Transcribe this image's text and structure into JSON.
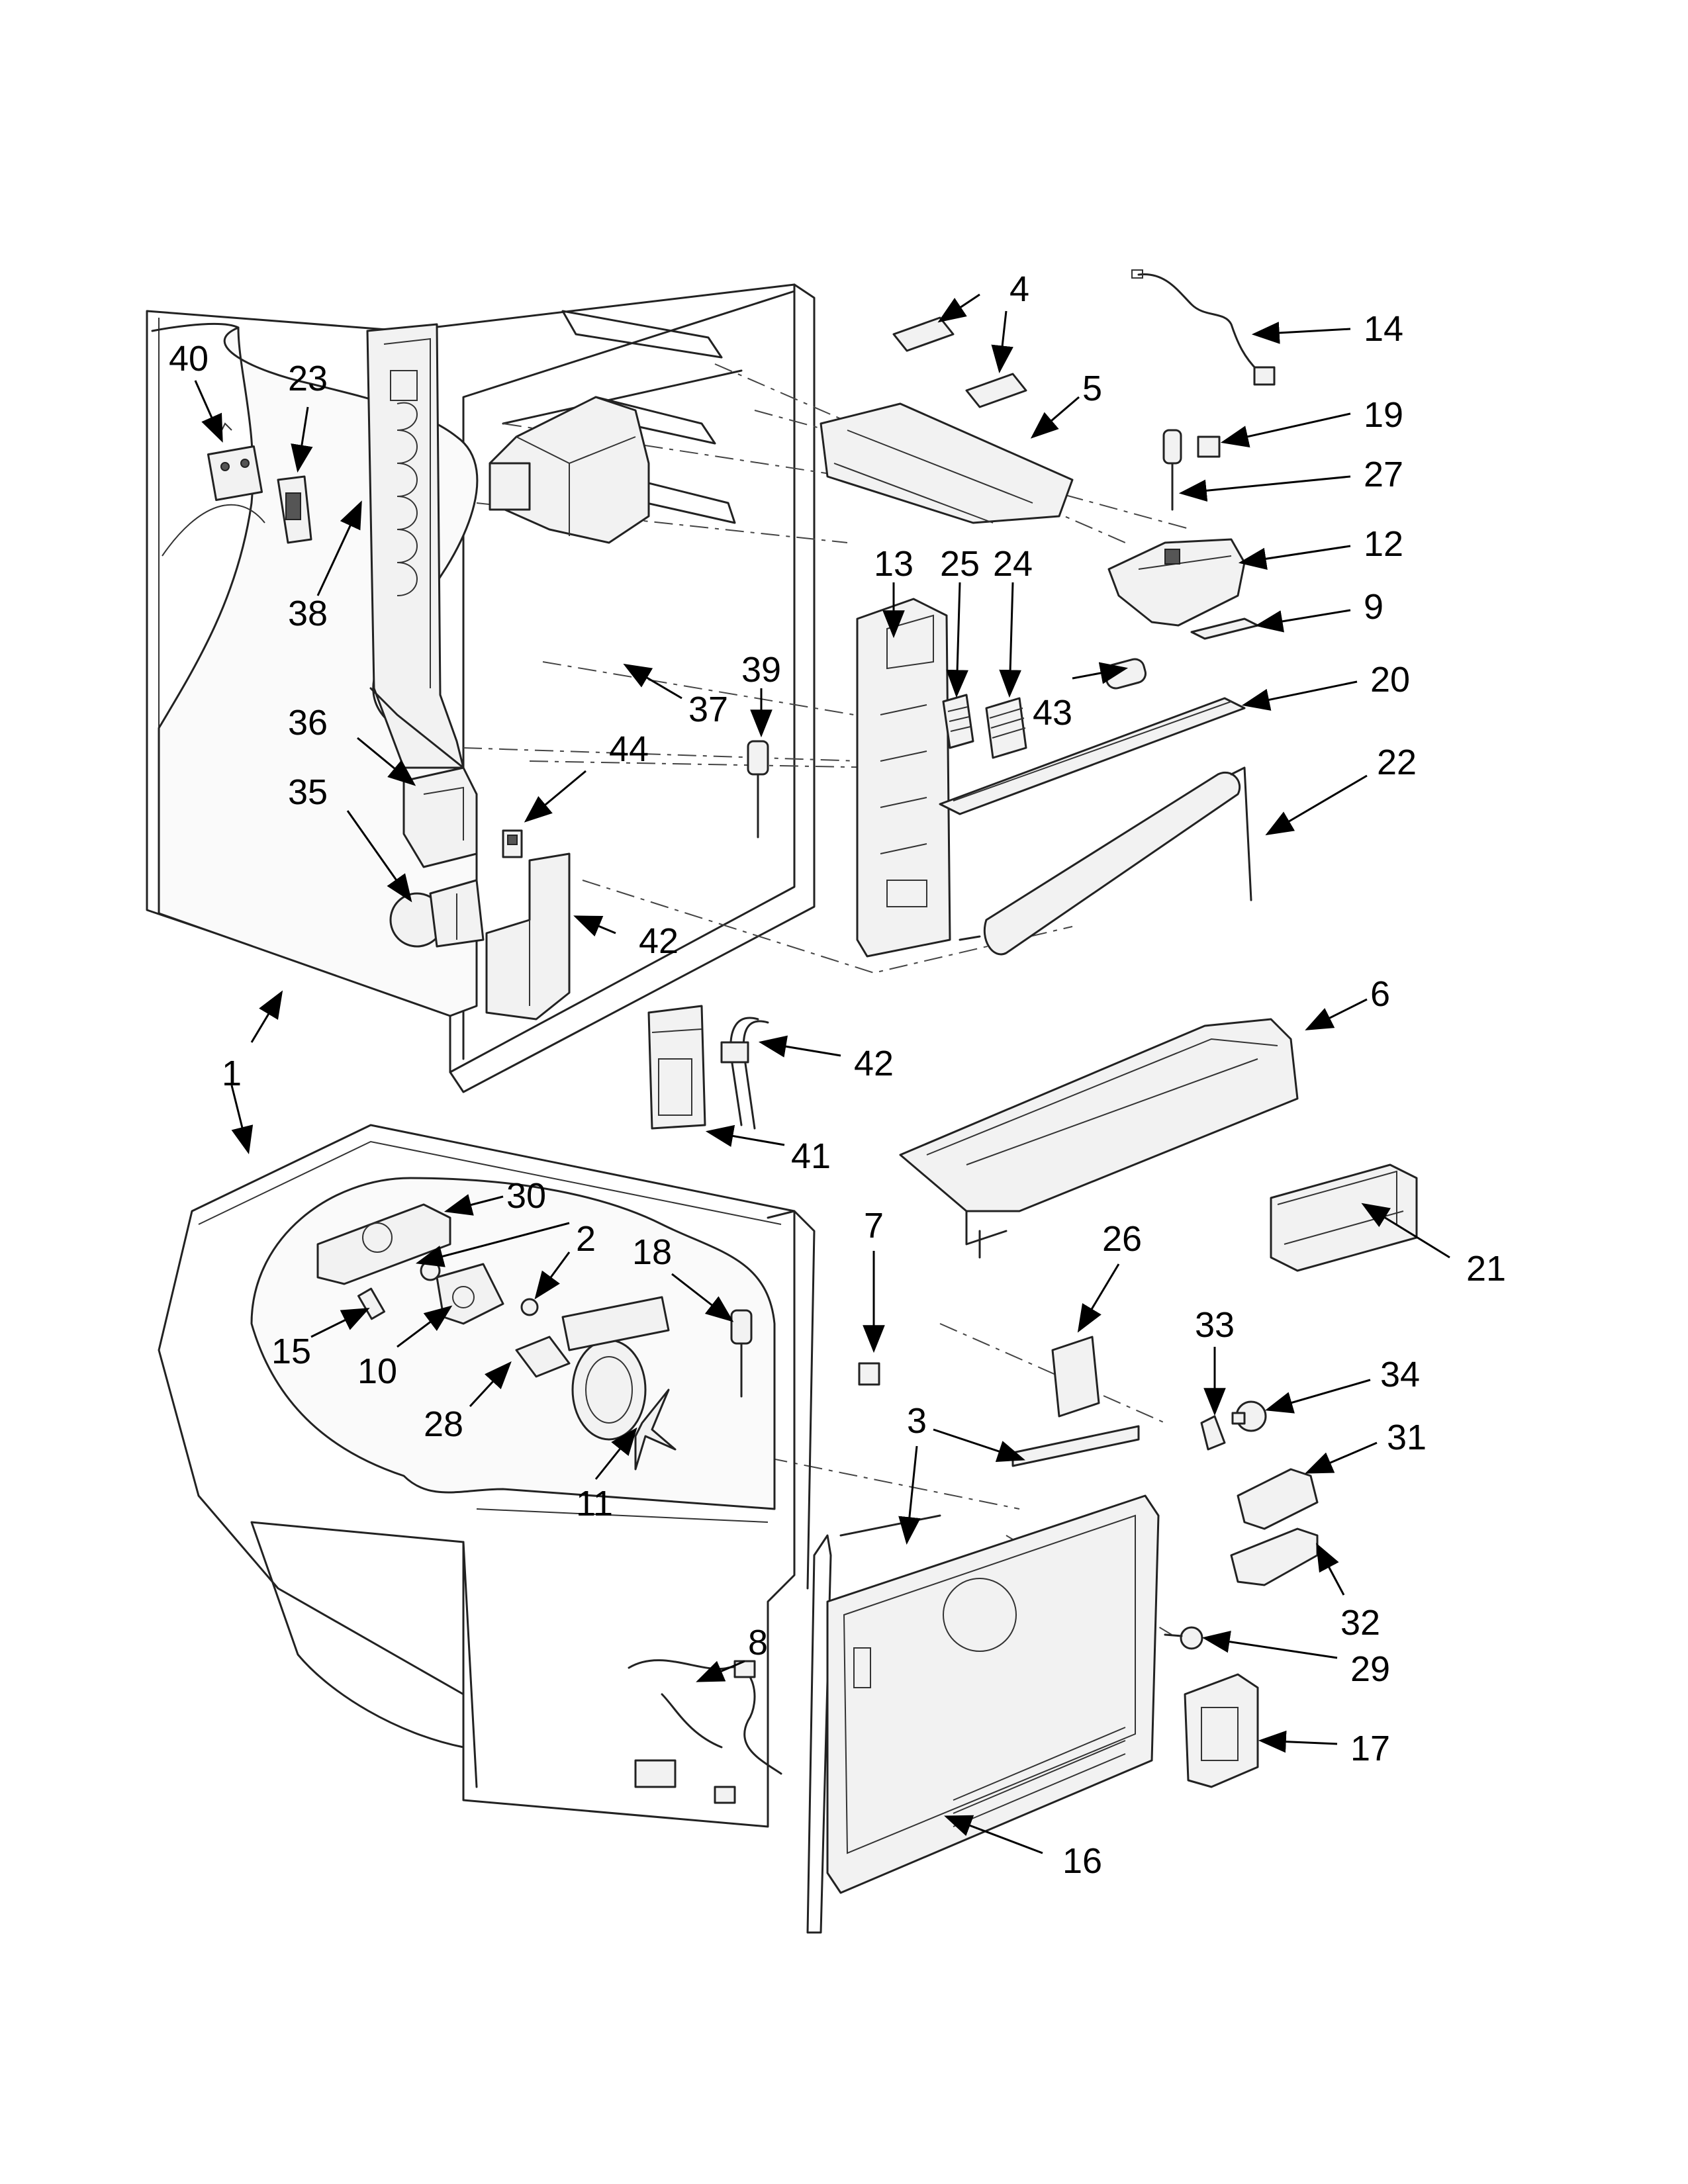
{
  "callouts": [
    {
      "key": "c1",
      "label": "1"
    },
    {
      "key": "c1b",
      "label": "1"
    },
    {
      "key": "c2",
      "label": "2"
    },
    {
      "key": "c3",
      "label": "3"
    },
    {
      "key": "c3b",
      "label": "3"
    },
    {
      "key": "c4",
      "label": "4"
    },
    {
      "key": "c5",
      "label": "5"
    },
    {
      "key": "c6",
      "label": "6"
    },
    {
      "key": "c7",
      "label": "7"
    },
    {
      "key": "c8",
      "label": "8"
    },
    {
      "key": "c9",
      "label": "9"
    },
    {
      "key": "c10",
      "label": "10"
    },
    {
      "key": "c11",
      "label": "11"
    },
    {
      "key": "c12",
      "label": "12"
    },
    {
      "key": "c13",
      "label": "13"
    },
    {
      "key": "c14",
      "label": "14"
    },
    {
      "key": "c15",
      "label": "15"
    },
    {
      "key": "c16",
      "label": "16"
    },
    {
      "key": "c17",
      "label": "17"
    },
    {
      "key": "c18",
      "label": "18"
    },
    {
      "key": "c19",
      "label": "19"
    },
    {
      "key": "c20",
      "label": "20"
    },
    {
      "key": "c21",
      "label": "21"
    },
    {
      "key": "c22",
      "label": "22"
    },
    {
      "key": "c23",
      "label": "23"
    },
    {
      "key": "c24",
      "label": "24"
    },
    {
      "key": "c25",
      "label": "25"
    },
    {
      "key": "c26",
      "label": "26"
    },
    {
      "key": "c27",
      "label": "27"
    },
    {
      "key": "c28",
      "label": "28"
    },
    {
      "key": "c29",
      "label": "29"
    },
    {
      "key": "c30",
      "label": "30"
    },
    {
      "key": "c31",
      "label": "31"
    },
    {
      "key": "c32",
      "label": "32"
    },
    {
      "key": "c33",
      "label": "33"
    },
    {
      "key": "c34",
      "label": "34"
    },
    {
      "key": "c35",
      "label": "35"
    },
    {
      "key": "c36",
      "label": "36"
    },
    {
      "key": "c37",
      "label": "37"
    },
    {
      "key": "c38",
      "label": "38"
    },
    {
      "key": "c39",
      "label": "39"
    },
    {
      "key": "c40",
      "label": "40"
    },
    {
      "key": "c41",
      "label": "41"
    },
    {
      "key": "c42",
      "label": "42"
    },
    {
      "key": "c42b",
      "label": "42"
    },
    {
      "key": "c43",
      "label": "43"
    },
    {
      "key": "c44",
      "label": "44"
    }
  ]
}
